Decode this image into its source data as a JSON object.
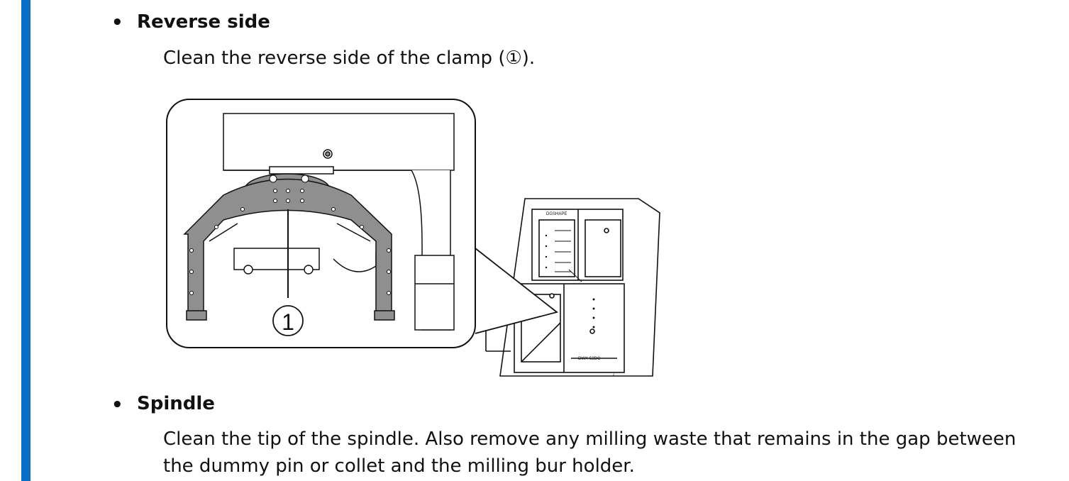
{
  "sections": [
    {
      "bullet": "•",
      "heading": "Reverse side",
      "body": [
        "Clean the reverse side of the clamp (①)."
      ]
    },
    {
      "bullet": "•",
      "heading": "Spindle",
      "body": [
        "Clean the tip of the spindle. Also remove any milling waste that remains in the gap between",
        "the dummy pin or collet and the milling bur holder."
      ]
    }
  ],
  "figure": {
    "callout_label": "1",
    "machine_brand": "DGSHAPE",
    "machine_model": "DWX-52DC"
  },
  "colors": {
    "accent": "#0a6ec3",
    "clamp_fill": "#8f8f8f"
  }
}
